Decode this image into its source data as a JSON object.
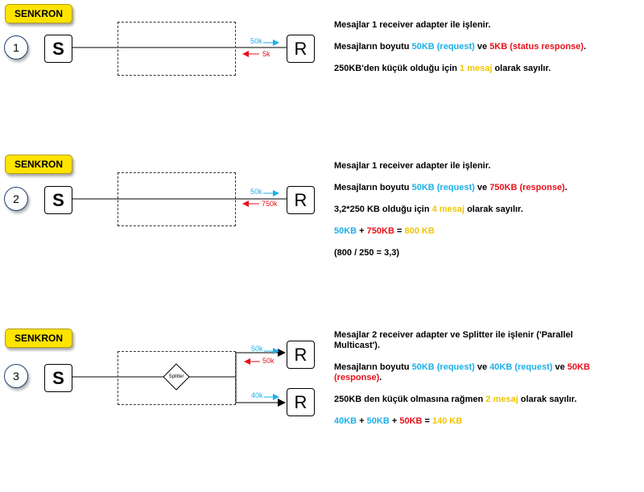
{
  "colors": {
    "blue": "#1cb0e8",
    "red": "#e8101a",
    "yellow": "#f2c500",
    "badge": "#ffe400"
  },
  "sections": [
    {
      "badge": "SENKRON",
      "number": "1",
      "sender": "S",
      "receivers": [
        "R"
      ],
      "labels": [
        "50k",
        "5k"
      ],
      "text": {
        "p1": "Mesajlar 1 receiver adapter ile işlenir.",
        "p2a": "Mesajların boyutu ",
        "p2b": "50KB (request)",
        "p2c": " ve ",
        "p2d": "5KB (status response)",
        "p2e": ".",
        "p3a": "250KB'den küçük olduğu için ",
        "p3b": "1 mesaj",
        "p3c": " olarak sayılır."
      }
    },
    {
      "badge": "SENKRON",
      "number": "2",
      "sender": "S",
      "receivers": [
        "R"
      ],
      "labels": [
        "50k",
        "750k"
      ],
      "text": {
        "p1": "Mesajlar 1 receiver adapter ile işlenir.",
        "p2a": "Mesajların boyutu ",
        "p2b": "50KB (request)",
        "p2c": " ve ",
        "p2d": "750KB (response)",
        "p2e": ".",
        "p3a": "3,2*250 KB olduğu için ",
        "p3b": "4 mesaj",
        "p3c": " olarak sayılır.",
        "p4a": "50KB",
        "p4b": " +  ",
        "p4c": "750KB",
        "p4d": " = ",
        "p4e": "800 KB",
        "p5": "(800 / 250 = 3,3)"
      }
    },
    {
      "badge": "SENKRON",
      "number": "3",
      "sender": "S",
      "receivers": [
        "R",
        "R"
      ],
      "splitter": "Splitter",
      "labels": [
        "50k",
        "50k",
        "40k"
      ],
      "text": {
        "p1": "Mesajlar 2 receiver adapter ve Splitter ile işlenir ('Parallel Multicast').",
        "p2a": "Mesajların boyutu ",
        "p2b": "50KB (request)",
        "p2c": " ve ",
        "p2d": "40KB (request)",
        "p2e": " ve ",
        "p2f": "50KB (response)",
        "p2g": ".",
        "p3a": "250KB den küçük olmasına rağmen ",
        "p3b": "2 mesaj",
        "p3c": " olarak sayılır.",
        "p4a": "40KB",
        "p4b": " +  ",
        "p4c": "50KB",
        "p4d": " +  ",
        "p4e": "50KB",
        "p4f": " = ",
        "p4g": "140 KB"
      }
    }
  ]
}
